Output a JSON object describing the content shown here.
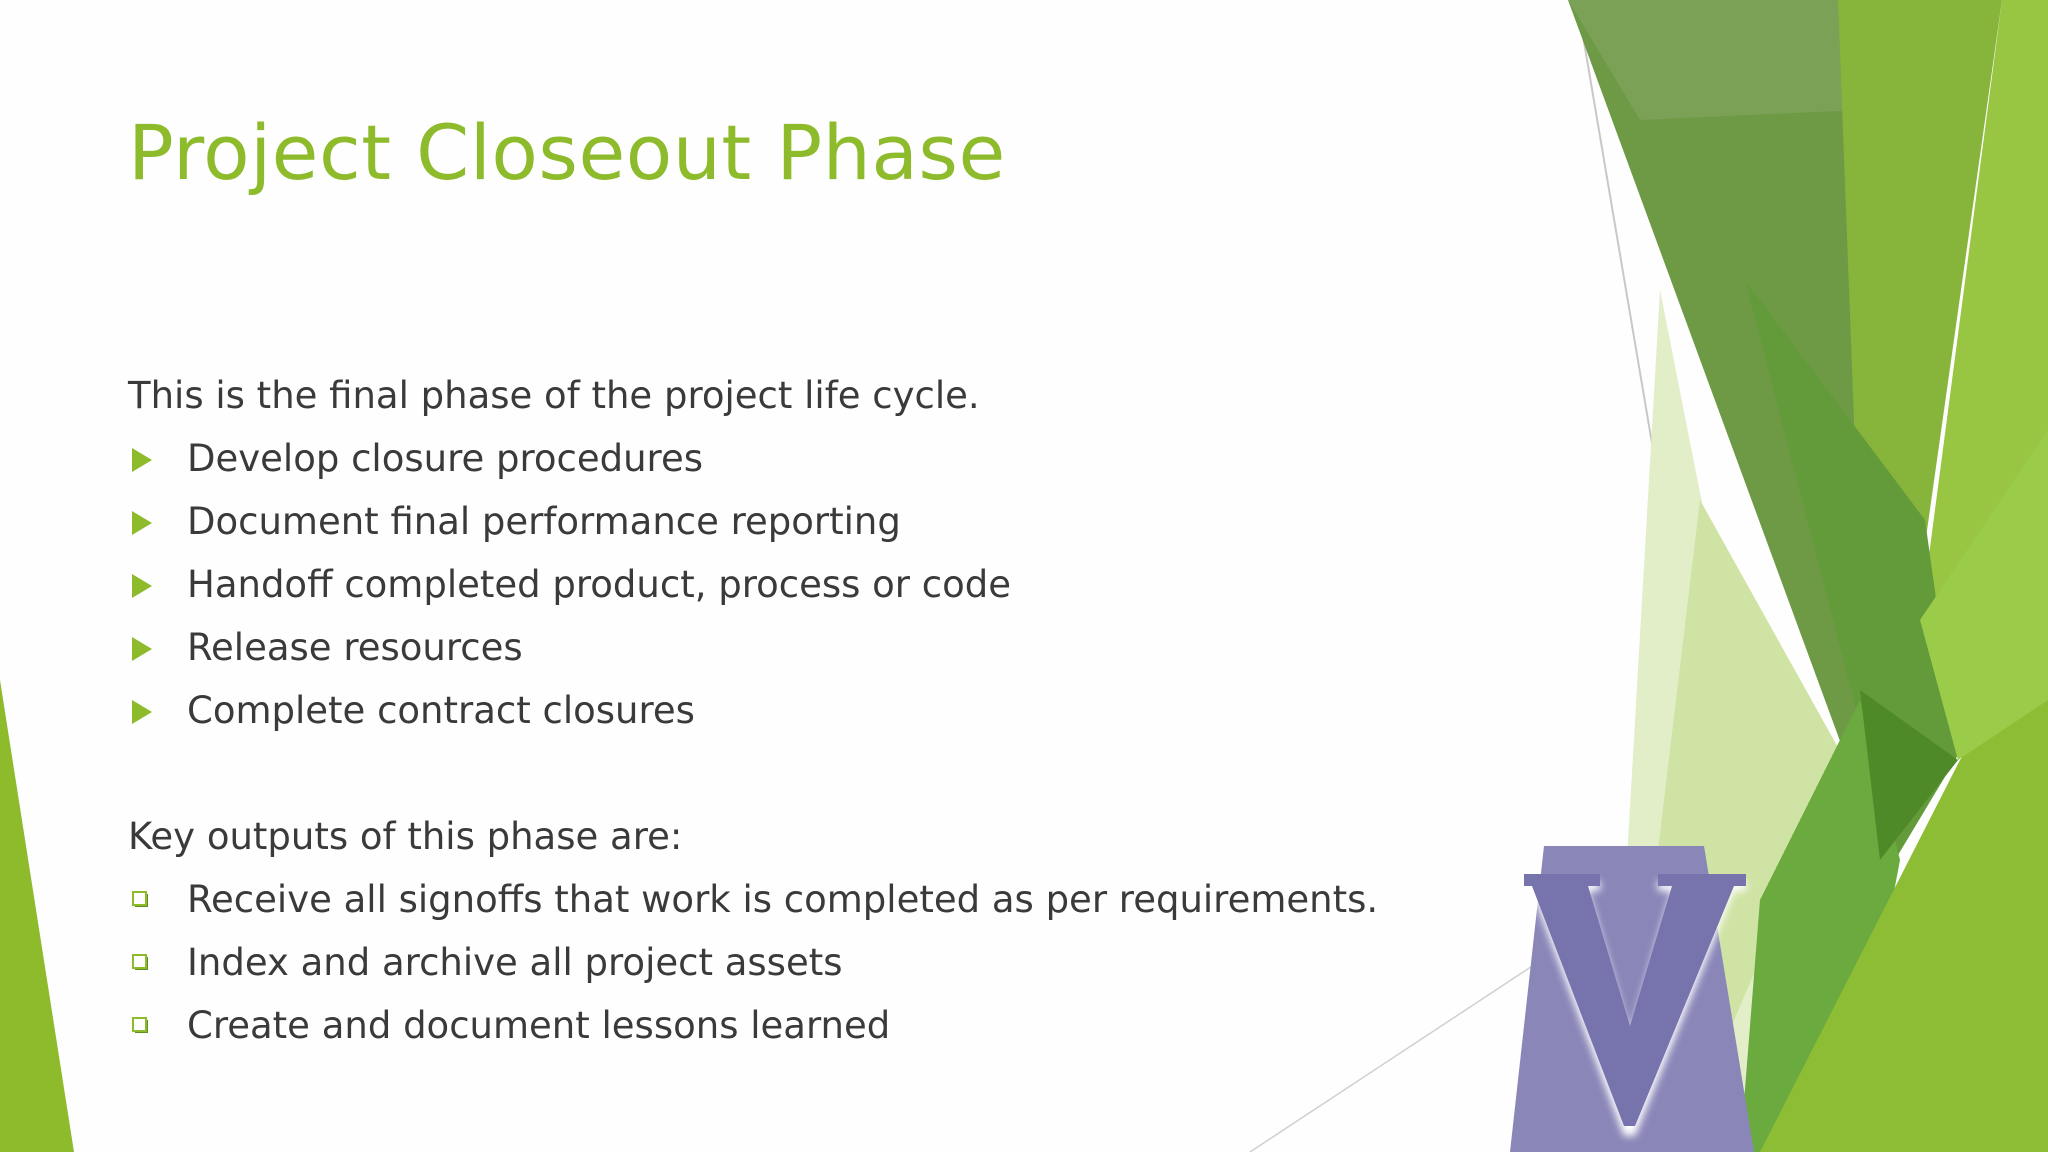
{
  "slide": {
    "title": "Project Closeout Phase",
    "intro": "This is the final phase of the project life cycle.",
    "tasks": [
      "Develop closure procedures",
      "Document final performance reporting",
      "Handoff completed product, process or code",
      "Release resources",
      "Complete contract closures"
    ],
    "outputs_heading": "Key outputs of this phase are:",
    "outputs": [
      "Receive all signoffs that work is completed as per requirements.",
      "Index and archive all project assets",
      "Create and document lessons learned"
    ],
    "logo_letter": "V"
  },
  "colors": {
    "accent_green": "#8dbb2c",
    "dark_green": "#5f8f3a",
    "text": "#3a3a3a",
    "logo_purple": "#8a86b8"
  },
  "icons": {
    "task_bullet": "triangle-right-icon",
    "output_bullet": "checkbox-square-icon"
  }
}
